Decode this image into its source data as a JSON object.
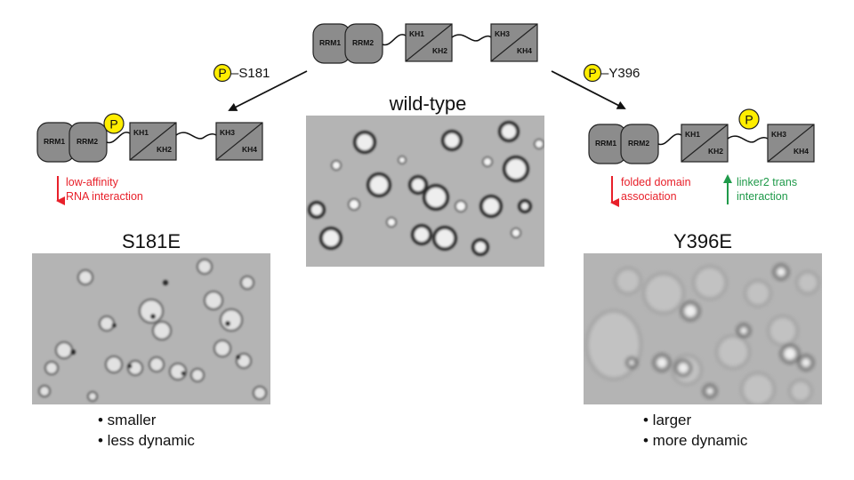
{
  "protein_domains": {
    "rrm1": "RRM1",
    "rrm2": "RRM2",
    "kh1": "KH1",
    "kh2": "KH2",
    "kh3": "KH3",
    "kh4": "KH4"
  },
  "phospho_symbol": "P",
  "wild_type": {
    "title": "wild-type"
  },
  "s181e": {
    "site_label": "–S181",
    "title": "S181E",
    "effect_line1": "low-affinity",
    "effect_line2": "RNA interaction",
    "bullet1": "• smaller",
    "bullet2": "• less dynamic"
  },
  "y396e": {
    "site_label": "–Y396",
    "title": "Y396E",
    "effect_a_line1": "folded domain",
    "effect_a_line2": "association",
    "effect_b_line1": "linker2 trans",
    "effect_b_line2": "interaction",
    "bullet1": "• larger",
    "bullet2": "• more dynamic"
  },
  "colors": {
    "domain_fill": "#8c8c8c",
    "phospho_fill": "#ffee00",
    "decrease": "#e8202a",
    "increase": "#1f9a4a",
    "micrograph_bg": "#b4b4b4"
  }
}
